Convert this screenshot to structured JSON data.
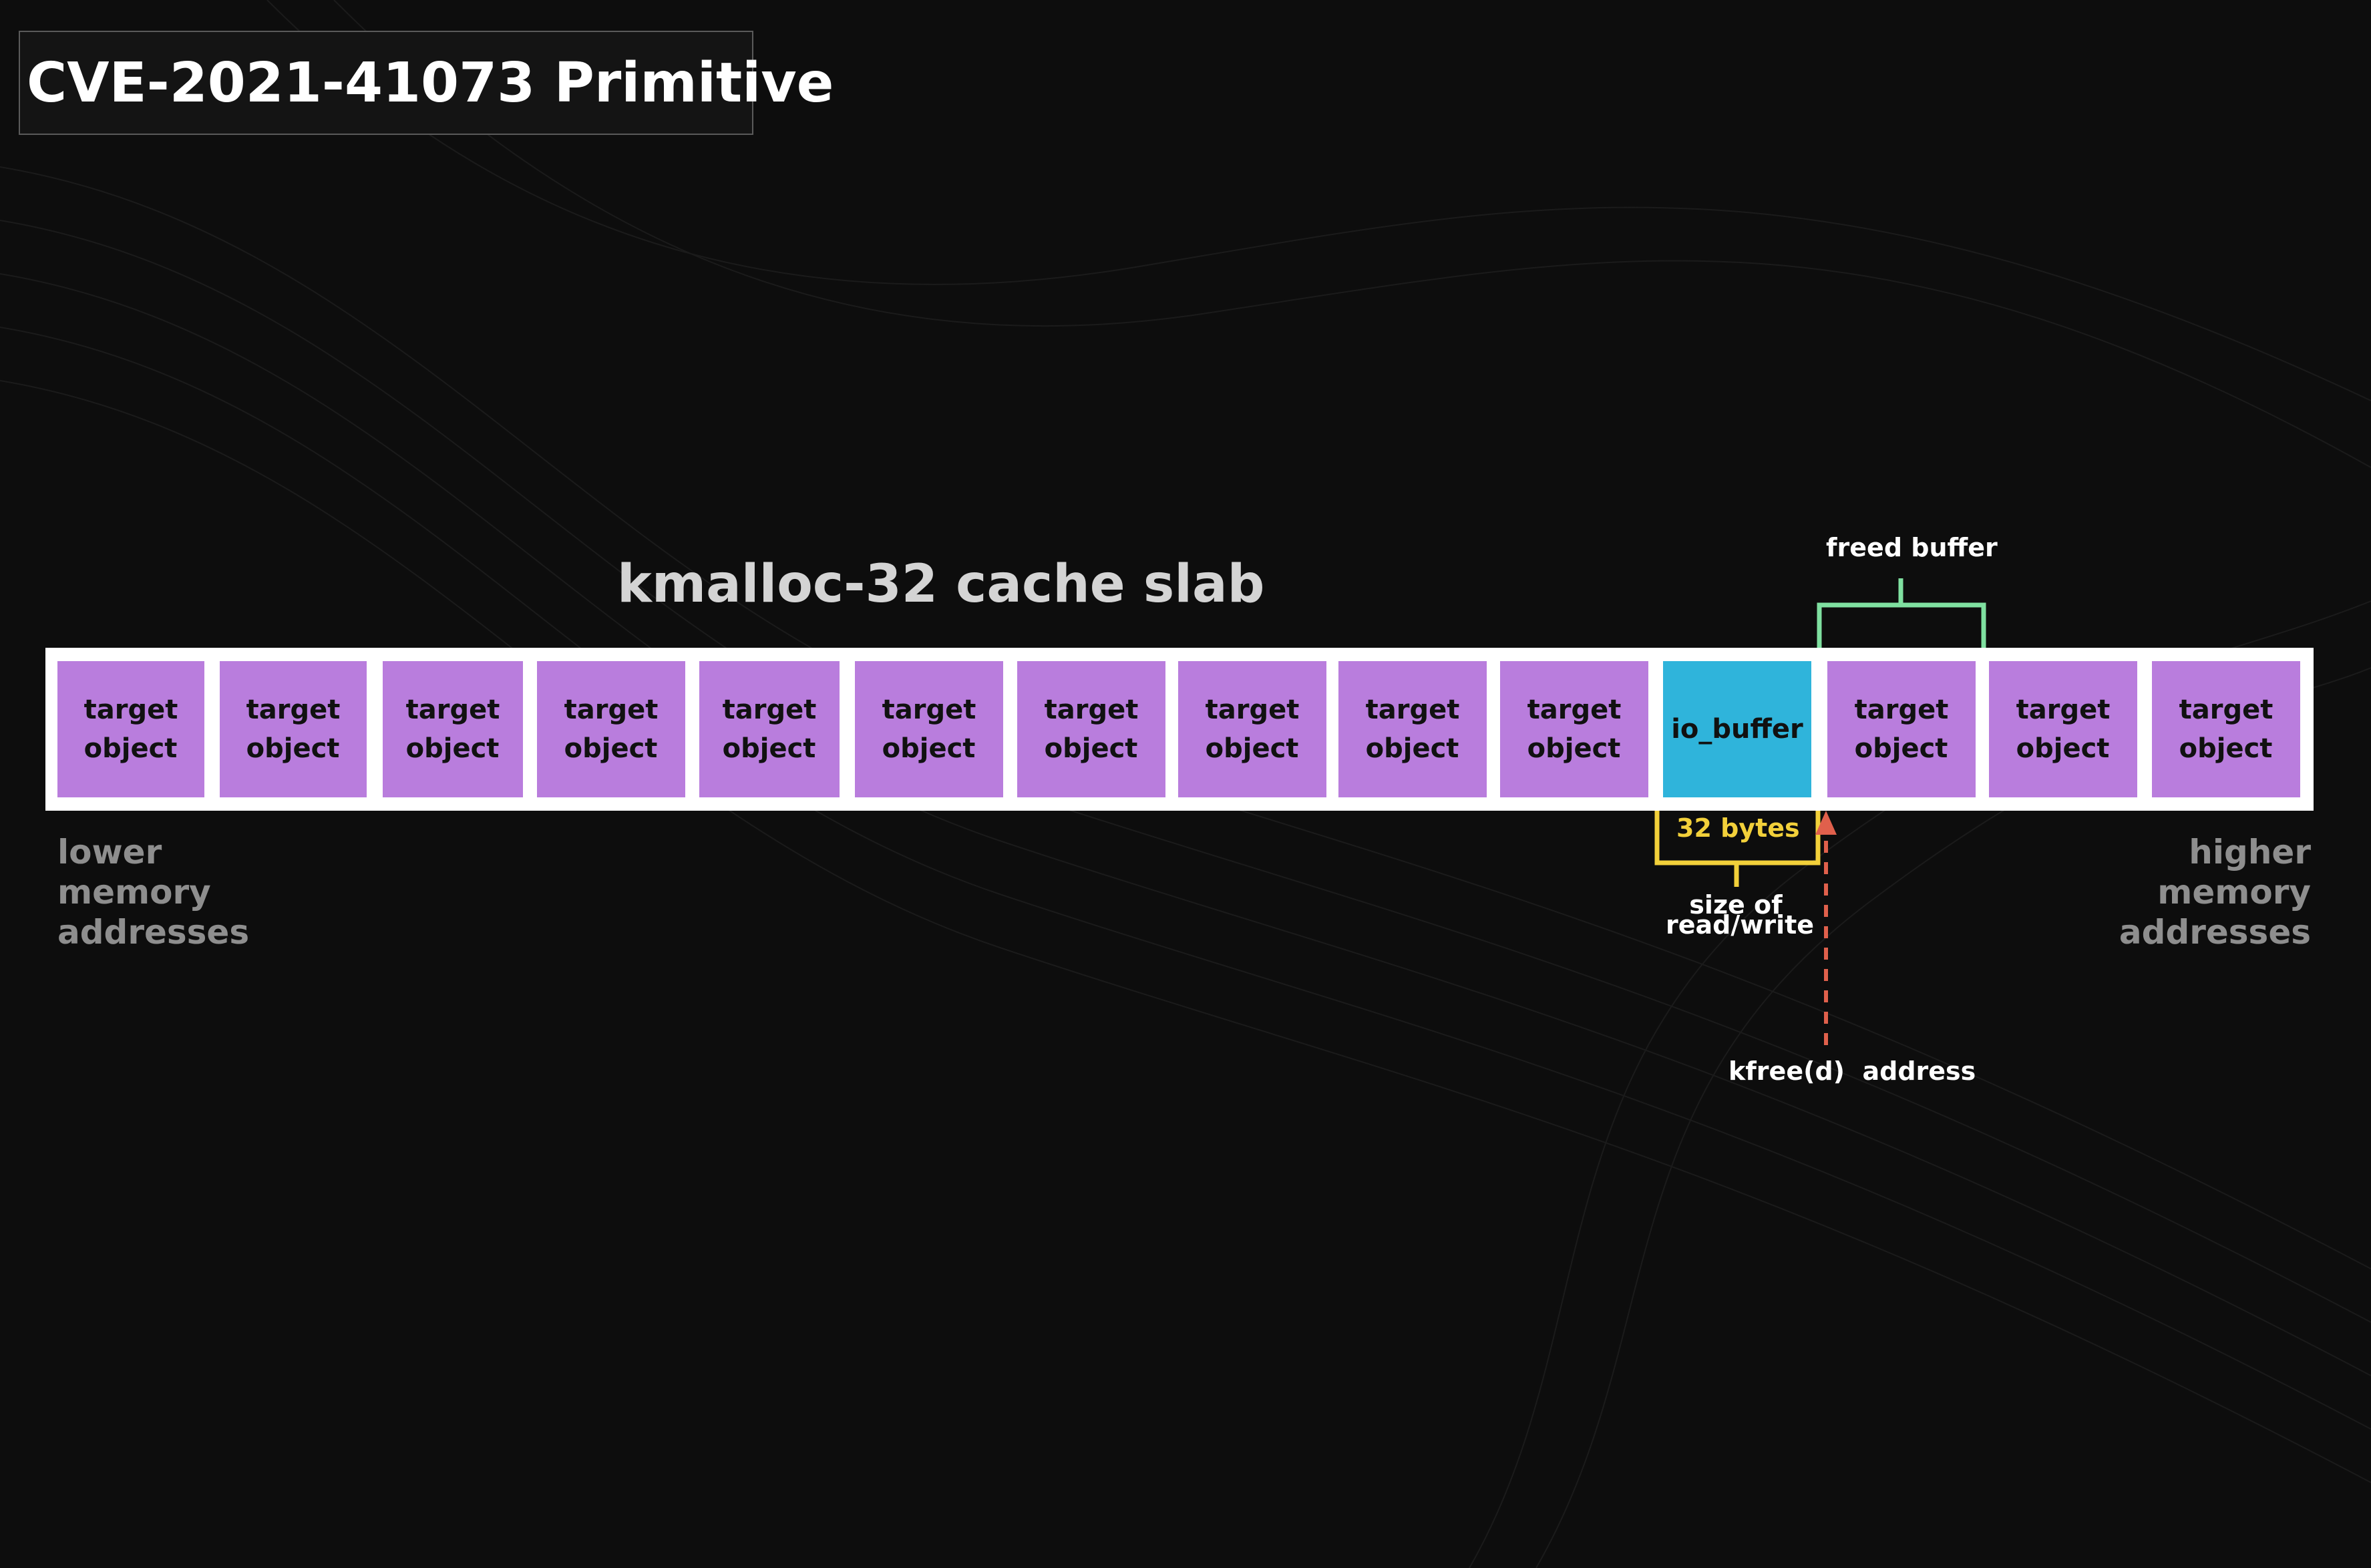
{
  "title": "CVE-2021-41073 Primitive",
  "slab_label": "kmalloc-32 cache slab",
  "cells": [
    {
      "line1": "target",
      "line2": "object"
    },
    {
      "line1": "target",
      "line2": "object"
    },
    {
      "line1": "target",
      "line2": "object"
    },
    {
      "line1": "target",
      "line2": "object"
    },
    {
      "line1": "target",
      "line2": "object"
    },
    {
      "line1": "target",
      "line2": "object"
    },
    {
      "line1": "target",
      "line2": "object"
    },
    {
      "line1": "target",
      "line2": "object"
    },
    {
      "line1": "target",
      "line2": "object"
    },
    {
      "line1": "target",
      "line2": "object"
    },
    {
      "line1": "io_buffer",
      "line2": ""
    },
    {
      "line1": "target",
      "line2": "object"
    },
    {
      "line1": "target",
      "line2": "object"
    },
    {
      "line1": "target",
      "line2": "object"
    }
  ],
  "lower_label": [
    "lower",
    "memory",
    "addresses"
  ],
  "higher_label": [
    "higher",
    "memory",
    "addresses"
  ],
  "freed_buffer": "freed buffer",
  "bytes_label": "32 bytes",
  "size_label": [
    "size of",
    "read/write"
  ],
  "kfree_label": "kfree(d)  address",
  "colors": {
    "background": "#0d0d0d",
    "target_object": "#b97ddd",
    "io_buffer": "#2fb4db",
    "freed_bracket": "#7fe0a0",
    "bytes_bracket": "#f2d03a",
    "kfree_arrow": "#e0604c"
  }
}
